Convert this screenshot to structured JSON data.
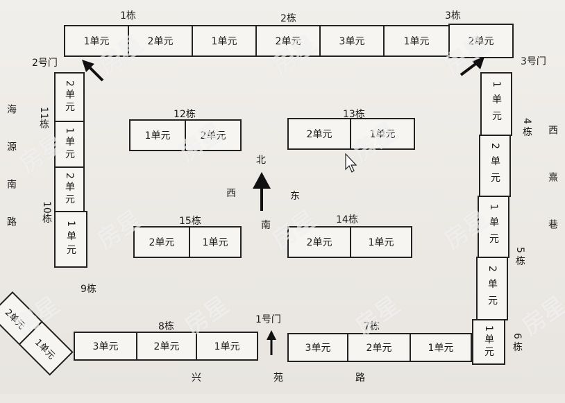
{
  "buildings": {
    "b1": {
      "label": "1栋",
      "units": [
        "1单元",
        "2单元"
      ]
    },
    "b2": {
      "label": "2栋",
      "units": [
        "1单元",
        "2单元"
      ]
    },
    "b3": {
      "label": "3栋",
      "units": [
        "3单元",
        "1单元",
        "2单元"
      ]
    },
    "b4": {
      "label": "4栋",
      "units": [
        "1单元",
        "2单元"
      ]
    },
    "b5": {
      "label": "5栋",
      "units": [
        "1单元",
        "2单元"
      ]
    },
    "b6": {
      "label": "6栋",
      "units": [
        "1单元"
      ]
    },
    "b7": {
      "label": "7栋",
      "units": [
        "3单元",
        "2单元",
        "1单元"
      ]
    },
    "b8": {
      "label": "8栋",
      "units": [
        "3单元",
        "2单元",
        "1单元"
      ]
    },
    "b9": {
      "label": "9栋",
      "units": [
        "2单元",
        "1单元"
      ]
    },
    "b10": {
      "label": "10栋",
      "units": [
        "2单元",
        "1单元"
      ]
    },
    "b11": {
      "label": "11栋",
      "units": [
        "2单元",
        "1单元"
      ]
    },
    "b12": {
      "label": "12栋",
      "units": [
        "1单元",
        "2单元"
      ]
    },
    "b13": {
      "label": "13栋",
      "units": [
        "2单元",
        "1单元"
      ]
    },
    "b14": {
      "label": "14栋",
      "units": [
        "2单元",
        "1单元"
      ]
    },
    "b15": {
      "label": "15栋",
      "units": [
        "2单元",
        "1单元"
      ]
    }
  },
  "gates": {
    "gate1": "1号门",
    "gate2": "2号门",
    "gate3": "3号门"
  },
  "roads": {
    "west": "海源南路",
    "east": "西熹巷",
    "south": "兴苑路"
  },
  "compass": {
    "north": "北",
    "south": "南",
    "east": "东",
    "west": "西"
  },
  "watermark": "房星"
}
